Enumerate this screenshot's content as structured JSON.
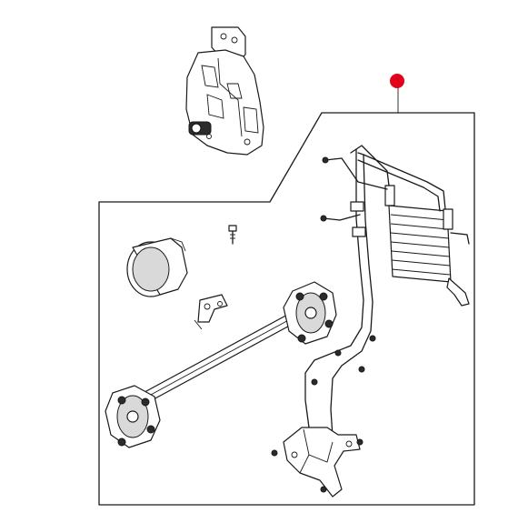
{
  "diagram": {
    "callout_color": "#e3001b",
    "line_color": "#1a1a1a",
    "parts": [
      "transfer-case-gearbox",
      "heat-shield-cone",
      "bolt",
      "mounting-bracket",
      "propeller-shaft",
      "flex-coupling-front",
      "flex-coupling-rear",
      "oil-cooler",
      "cooler-pipes",
      "pipe-support-bracket"
    ]
  }
}
